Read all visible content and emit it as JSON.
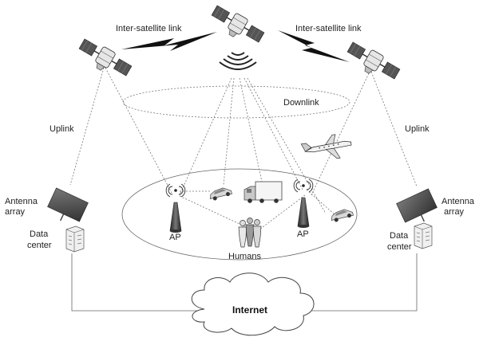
{
  "labels": {
    "inter_satellite_left": "Inter-satellite link",
    "inter_satellite_right": "Inter-satellite link",
    "downlink": "Downlink",
    "uplink_left": "Uplink",
    "uplink_right": "Uplink",
    "antenna_left_1": "Antenna",
    "antenna_left_2": "array",
    "antenna_right_1": "Antenna",
    "antenna_right_2": "array",
    "datacenter_left_1": "Data",
    "datacenter_left_2": "center",
    "datacenter_right_1": "Data",
    "datacenter_right_2": "center",
    "ap_left": "AP",
    "ap_right": "AP",
    "humans": "Humans",
    "internet": "Internet"
  },
  "colors": {
    "line": "#777777",
    "device_dark": "#4a4a4a",
    "device_light": "#d0d0d0"
  },
  "icons": [
    "satellite-icon",
    "lightning-icon",
    "signal-waves-icon",
    "airplane-icon",
    "car-icon",
    "truck-icon",
    "humans-icon",
    "access-point-icon",
    "antenna-array-icon",
    "data-center-icon",
    "cloud-icon"
  ]
}
